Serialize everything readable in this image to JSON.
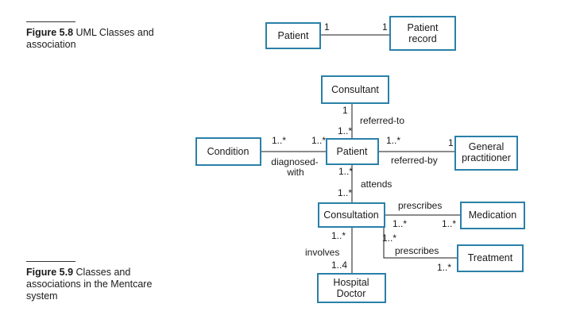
{
  "captions": {
    "fig58": {
      "number": "Figure 5.8",
      "text": "UML Classes and association"
    },
    "fig59": {
      "number": "Figure 5.9",
      "text": "Classes and associations in the Mentcare system"
    }
  },
  "classes": {
    "patient_top": [
      "Patient"
    ],
    "patient_record": [
      "Patient",
      "record"
    ],
    "consultant": [
      "Consultant"
    ],
    "condition": [
      "Condition"
    ],
    "patient": [
      "Patient"
    ],
    "gp": [
      "General",
      "practitioner"
    ],
    "consultation": [
      "Consultation"
    ],
    "medication": [
      "Medication"
    ],
    "treatment": [
      "Treatment"
    ],
    "hospital_doctor": [
      "Hospital",
      "Doctor"
    ]
  },
  "associations": {
    "referred_to": [
      "referred-to"
    ],
    "diagnosed_with": [
      "diagnosed-",
      "with"
    ],
    "referred_by": [
      "referred-by"
    ],
    "attends": [
      "attends"
    ],
    "prescribes_med": [
      "prescribes"
    ],
    "prescribes_treat": [
      "prescribes"
    ],
    "involves": [
      "involves"
    ]
  },
  "multiplicities": {
    "top_patient": "1",
    "top_record": "1",
    "consultant_end": "1",
    "patient_from_consultant": "1..*",
    "condition_end": "1..*",
    "patient_from_condition": "1..*",
    "patient_to_gp": "1..*",
    "gp_end": "1",
    "patient_to_consultation": "1..*",
    "consultation_from_patient": "1..*",
    "consultation_to_med": "1..*",
    "med_end": "1..*",
    "consultation_to_treat": "1..*",
    "treat_end": "1..*",
    "consultation_to_doctor": "1..*",
    "doctor_end": "1..4"
  }
}
